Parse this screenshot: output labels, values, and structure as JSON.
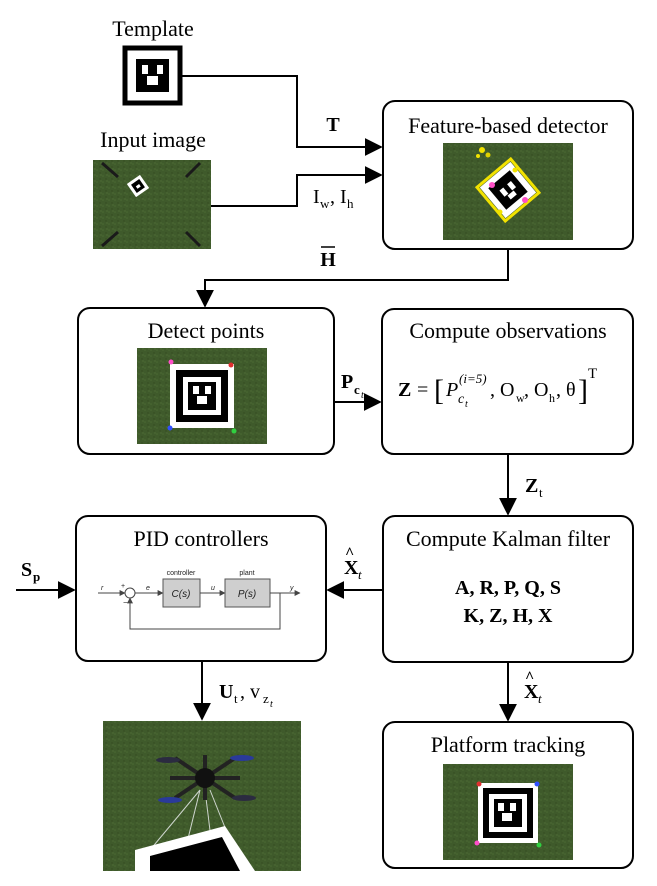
{
  "template": {
    "label": "Template"
  },
  "input": {
    "label": "Input image"
  },
  "detector": {
    "title": "Feature-based detector"
  },
  "detect_points": {
    "title": "Detect points"
  },
  "observations": {
    "title": "Compute observations",
    "eq_lhs": "Z",
    "eq_eq": "=",
    "eq_P": "P",
    "eq_Psub": "c",
    "eq_Psubsub": "t",
    "eq_Psup": "(i=5)",
    "eq_rest": ", O",
    "eq_w": "w",
    "eq_comma2": ", O",
    "eq_h": "h",
    "eq_theta": ", θ",
    "eq_T": "T"
  },
  "kalman": {
    "title": "Compute Kalman filter",
    "line1": "A, R, P, Q, S",
    "line2": "K, Z, H, X"
  },
  "pid": {
    "title": "PID controllers",
    "ctrl_label": "controller",
    "plant_label": "plant",
    "Cs": "C(s)",
    "Ps": "P(s)",
    "r": "r",
    "e": "e",
    "u": "u",
    "y": "y",
    "plus": "+",
    "minus": "−"
  },
  "tracking": {
    "title": "Platform tracking"
  },
  "arrows": {
    "T": "T",
    "I_main": "I",
    "I_w": "w",
    "I_sep": ", I",
    "I_h": "h",
    "H": "H",
    "P_main": "P",
    "P_sub": "c",
    "P_subsub": "t",
    "Z_main": "Z",
    "Z_sub": "t",
    "X1_main": "X",
    "X1_sub": "t",
    "X2_main": "X",
    "X2_sub": "t",
    "S_main": "S",
    "S_sub": "p",
    "U_main": "U",
    "U_sub": "t",
    "U_sep": ", v",
    "U_vsub": "z",
    "U_vsubsub": "t"
  },
  "colors": {
    "grass": "#3e5a2a",
    "grass_dark": "#2f4a20",
    "highlight": "#f2e200"
  }
}
